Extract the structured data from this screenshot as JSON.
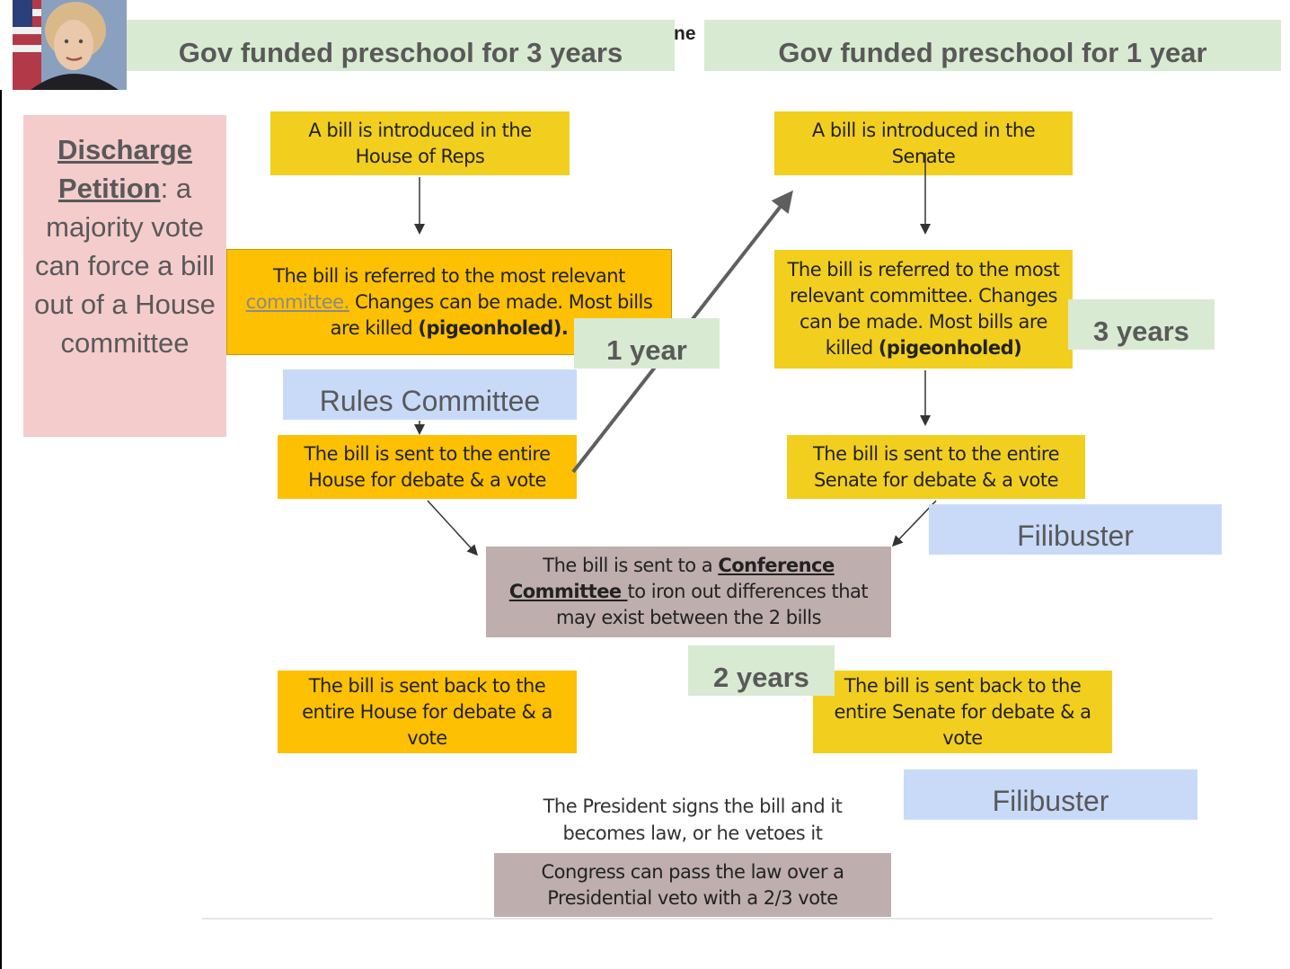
{
  "banners": {
    "left": "Gov funded preschool for 3 years",
    "right": "Gov funded preschool for 1 year",
    "fragment": "ne"
  },
  "discharge": {
    "term": "Discharge Petition",
    "text": ": a majority vote can force a bill out of a House committee"
  },
  "house": {
    "introduced": "A bill is introduced in the House of Reps",
    "referred_a": "The bill is referred to the most relevant",
    "referred_link": "committee.",
    "referred_b": " Changes can be made.  Most bills are killed ",
    "referred_bold": "(pigeonholed).",
    "entire": "The bill is sent to the entire House for debate & a vote",
    "back": "The bill is sent back to the entire House for debate & a vote"
  },
  "senate": {
    "introduced": "A bill is introduced in the Senate",
    "referred_a": "The bill is referred to the most relevant committee.  Changes can be made.  Most bills are killed ",
    "referred_bold": "(pigeonholed)",
    "entire": "The bill is sent to the entire Senate for debate & a vote",
    "back": "The bill is sent back to the entire Senate for debate & a vote"
  },
  "conference": {
    "a": "The bill is sent to a ",
    "term": "Conference Committee ",
    "b": "to iron out differences that may exist between the 2 bills"
  },
  "president": "The President signs the bill and it becomes law, or he vetoes it",
  "override": "Congress can pass the law over a Presidential veto with a 2/3 vote",
  "labels": {
    "one_year": "1 year",
    "three_years": "3 years",
    "two_years": "2 years",
    "rules": "Rules Committee",
    "filibuster_1": "Filibuster",
    "filibuster_2": "Filibuster"
  },
  "colors": {
    "gold": "#f2cf1e",
    "orange": "#fdc002",
    "taupe": "#bfaeae",
    "green": "#d9ead3",
    "blue": "#c9daf8",
    "pink": "#f4cccc"
  }
}
